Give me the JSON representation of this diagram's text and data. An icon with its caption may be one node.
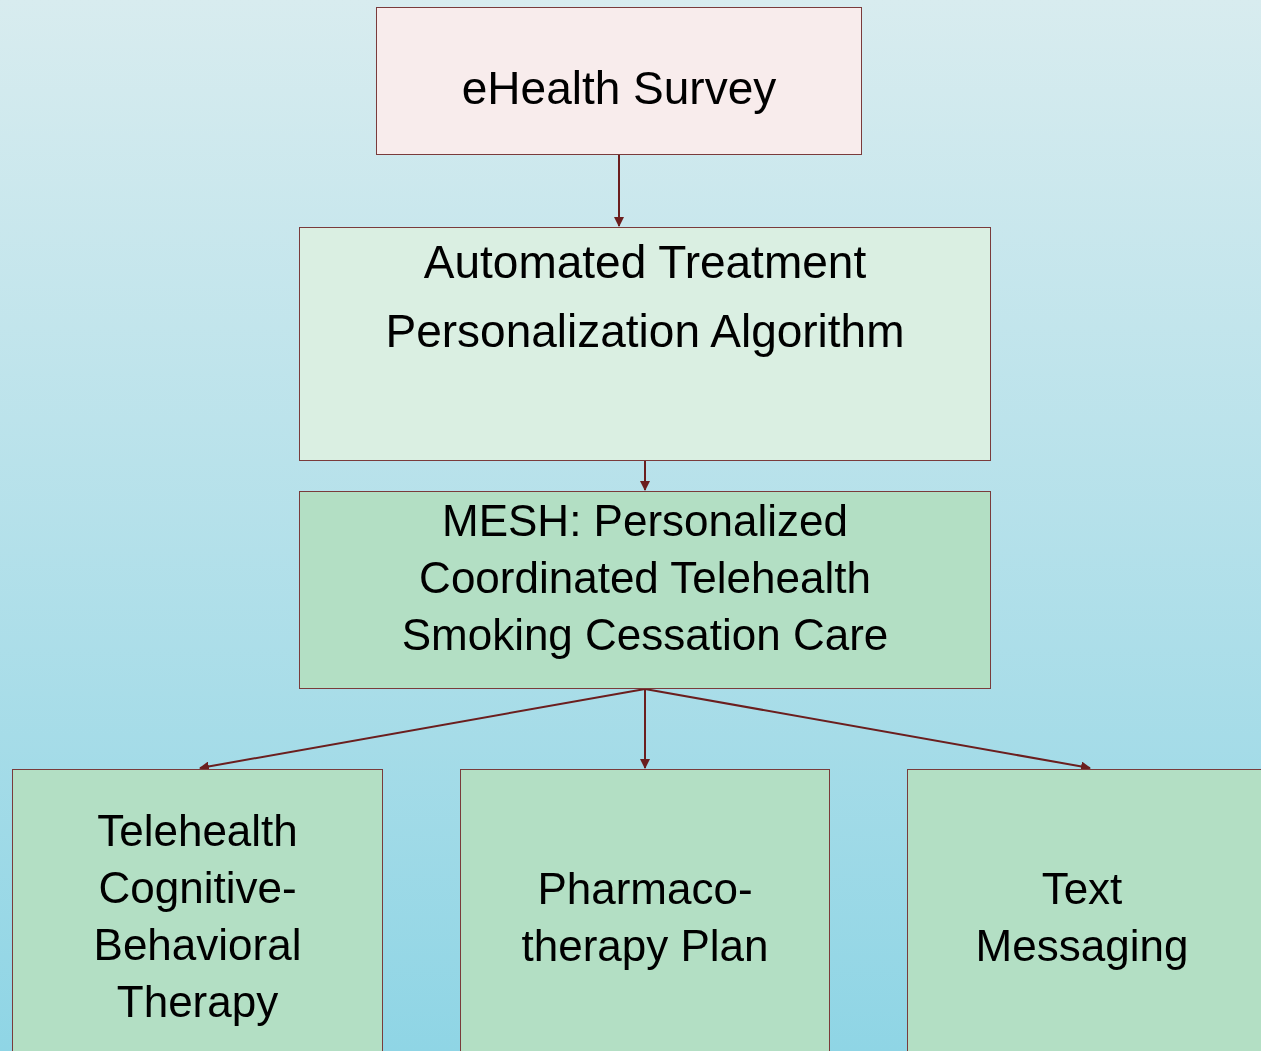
{
  "diagram": {
    "nodes": [
      {
        "text": [
          "eHealth Survey"
        ]
      },
      {
        "text": [
          "Automated Treatment Personalization Algorithm"
        ]
      },
      {
        "text": [
          "MESH: Personalized Coordinated Telehealth Smoking Cessation Care"
        ]
      },
      {
        "text": [
          "Telehealth Cognitive-Behavioral Therapy"
        ]
      },
      {
        "text": [
          "Pharmaco-therapy Plan"
        ]
      },
      {
        "text": [
          "Text Messaging"
        ]
      }
    ],
    "edges": [
      {
        "from": 0,
        "to": 1,
        "arrow": "to"
      },
      {
        "from": 1,
        "to": 2,
        "arrow": "to"
      },
      {
        "from": 2,
        "to": 3,
        "arrow": "to"
      },
      {
        "from": 2,
        "to": 4,
        "arrow": "to"
      },
      {
        "from": 2,
        "to": 5,
        "arrow": "to"
      }
    ]
  }
}
